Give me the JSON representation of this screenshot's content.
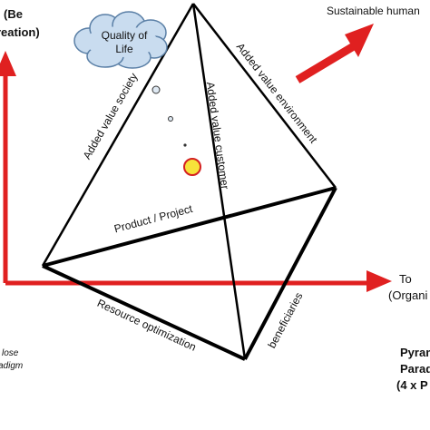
{
  "labels": {
    "top_left_line1": "(Be",
    "top_left_line2": "reation)",
    "quality_of_life_line1": "Quality of",
    "quality_of_life_line2": "Life",
    "sustainable_human": "Sustainable human",
    "added_value_society": "Added value society",
    "added_value_customer": "Added value customer",
    "added_value_environment": "Added value environment",
    "product_project": "Product / Project",
    "resource_optimization": "Resource optimization",
    "beneficiaries": "beneficiaries",
    "to_line1": "To",
    "to_line2": "(Organi",
    "bottom_left_line1": "lose",
    "bottom_left_line2": "adigm",
    "pyramid_line1": "Pyram",
    "pyramid_line2": "Parad",
    "pyramid_line3": "(4 x P"
  },
  "colors": {
    "arrow_red": "#e02020",
    "cloud_fill": "#c9dcef",
    "cloud_stroke": "#5a7fa6",
    "circle_fill": "#f7e23a",
    "circle_stroke": "#d42020",
    "outline": "#000000"
  }
}
